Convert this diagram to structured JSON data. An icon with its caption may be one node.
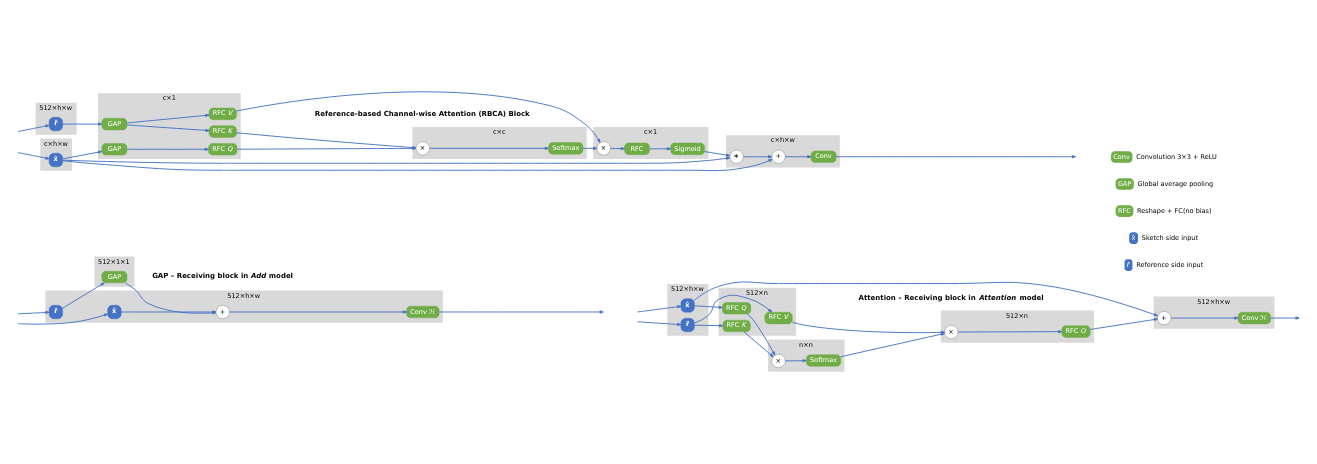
{
  "diagram": {
    "nodes": [
      {
        "text": [
          "512×h×w"
        ]
      },
      {
        "text": [
          "x̂"
        ],
        "in": 0
      },
      {
        "text": [
          "r̂"
        ],
        "in": 0
      },
      {
        "text": [
          "+"
        ],
        "in": 0
      },
      {
        "text": [
          "Conv ℋ"
        ],
        "in": 0
      },
      {
        "text": [
          "512×1×1"
        ]
      },
      {
        "text": [
          "GAP"
        ],
        "in": 5
      },
      {
        "text": [
          "512×h×w"
        ]
      },
      {
        "text": [
          "x̂"
        ],
        "in": 7
      },
      {
        "text": [
          "r̂"
        ],
        "in": 7
      },
      {
        "text": [
          "512×n"
        ]
      },
      {
        "text": [
          "RFC *Q*"
        ],
        "in": 10
      },
      {
        "text": [
          "RFC *K*"
        ],
        "in": 10
      },
      {
        "text": [
          "RFC *V*"
        ],
        "in": 10
      },
      {
        "text": [
          "n×n"
        ]
      },
      {
        "text": [
          "×"
        ],
        "in": 14
      },
      {
        "text": [
          "Softmax"
        ],
        "in": 14
      },
      {
        "text": [
          "512×n"
        ]
      },
      {
        "text": [
          "×"
        ],
        "in": 17
      },
      {
        "text": [
          "RFC *O*"
        ],
        "in": 17
      },
      {
        "text": [
          "512×h×w"
        ]
      },
      {
        "text": [
          "+"
        ],
        "in": 20
      },
      {
        "text": [
          "Conv ℋ"
        ],
        "in": 20
      },
      {
        "text": [
          "c×h×w"
        ]
      },
      {
        "text": [
          "x̂"
        ],
        "in": 23
      },
      {
        "text": [
          "512×h×w"
        ]
      },
      {
        "text": [
          "r̂"
        ],
        "in": 25
      },
      {
        "text": [
          "c×1"
        ]
      },
      {
        "text": [
          "GAP"
        ],
        "in": 27
      },
      {
        "text": [
          "RFC *Q*"
        ],
        "in": 27
      },
      {
        "text": [
          "GAP"
        ],
        "in": 27
      },
      {
        "text": [
          "RFC *K*"
        ],
        "in": 27
      },
      {
        "text": [
          "RFC *V*"
        ],
        "in": 27
      },
      {
        "text": [
          "c×c"
        ]
      },
      {
        "text": [
          "×"
        ],
        "in": 33
      },
      {
        "text": [
          "Softmax"
        ],
        "in": 33
      },
      {
        "text": [
          "c×1"
        ]
      },
      {
        "text": [
          "×"
        ],
        "in": 36
      },
      {
        "text": [
          "RFC"
        ],
        "in": 36
      },
      {
        "text": [
          "Sigmoid"
        ],
        "in": 36
      },
      {
        "text": [
          "c×h×w"
        ]
      },
      {
        "text": [
          "∗"
        ],
        "in": 40
      },
      {
        "text": [
          "+"
        ],
        "in": 40
      },
      {
        "text": [
          "Conv"
        ],
        "in": 40
      },
      {
        "text": [
          "Conv"
        ],
        "beside": [
          "Convolution 3×3 + ReLU"
        ]
      },
      {
        "text": [
          "GAP"
        ],
        "beside": [
          "Global average pooling"
        ]
      },
      {
        "text": [
          "RFC"
        ],
        "beside": [
          "Reshape + FC(no bias)"
        ]
      },
      {
        "text": [
          "x̂"
        ],
        "beside": [
          "Sketch side input"
        ]
      },
      {
        "text": [
          "r̂"
        ],
        "beside": [
          "Reference side input"
        ]
      }
    ],
    "edges": [
      {
        "from": null,
        "to": 1,
        "arrow": "to"
      },
      {
        "from": null,
        "to": 2,
        "arrow": "to"
      },
      {
        "from": 1,
        "to": 3,
        "arrow": "to"
      },
      {
        "from": 2,
        "to": 6,
        "arrow": "to"
      },
      {
        "from": 6,
        "to": 3,
        "arrow": "to"
      },
      {
        "from": 3,
        "to": 4,
        "arrow": "to"
      },
      {
        "from": 4,
        "to": null,
        "arrow": "to"
      },
      {
        "from": null,
        "to": 8,
        "arrow": "to"
      },
      {
        "from": null,
        "to": 9,
        "arrow": "to"
      },
      {
        "from": 8,
        "to": 11,
        "arrow": "to"
      },
      {
        "from": 8,
        "to": 21,
        "arrow": "to"
      },
      {
        "from": 9,
        "to": 12,
        "arrow": "to"
      },
      {
        "from": 9,
        "to": 13,
        "arrow": "to"
      },
      {
        "from": 11,
        "to": 15,
        "arrow": "to"
      },
      {
        "from": 12,
        "to": 15,
        "arrow": "to"
      },
      {
        "from": 15,
        "to": 16,
        "arrow": "to"
      },
      {
        "from": 16,
        "to": 18,
        "arrow": "to"
      },
      {
        "from": 13,
        "to": 18,
        "arrow": "to"
      },
      {
        "from": 18,
        "to": 19,
        "arrow": "to"
      },
      {
        "from": 19,
        "to": 21,
        "arrow": "to"
      },
      {
        "from": 21,
        "to": 22,
        "arrow": "to"
      },
      {
        "from": 22,
        "to": null,
        "arrow": "to"
      },
      {
        "from": null,
        "to": 24,
        "arrow": "to"
      },
      {
        "from": null,
        "to": 26,
        "arrow": "to"
      },
      {
        "from": 24,
        "to": 28,
        "arrow": "to"
      },
      {
        "from": 24,
        "to": 41,
        "arrow": "to"
      },
      {
        "from": 24,
        "to": 42,
        "arrow": "to"
      },
      {
        "from": 26,
        "to": 30,
        "arrow": "to"
      },
      {
        "from": 28,
        "to": 29,
        "arrow": "to"
      },
      {
        "from": 29,
        "to": 34,
        "arrow": "to"
      },
      {
        "from": 30,
        "to": 31,
        "arrow": "to"
      },
      {
        "from": 30,
        "to": 32,
        "arrow": "to"
      },
      {
        "from": 31,
        "to": 34,
        "arrow": "to"
      },
      {
        "from": 34,
        "to": 35,
        "arrow": "to"
      },
      {
        "from": 35,
        "to": 37,
        "arrow": "to"
      },
      {
        "from": 32,
        "to": 37,
        "arrow": "to"
      },
      {
        "from": 37,
        "to": 38,
        "arrow": "to"
      },
      {
        "from": 38,
        "to": 39,
        "arrow": "to"
      },
      {
        "from": 39,
        "to": 41,
        "arrow": "to"
      },
      {
        "from": 41,
        "to": 42,
        "arrow": "to"
      },
      {
        "from": 42,
        "to": 43,
        "arrow": "to"
      },
      {
        "from": 43,
        "to": null,
        "arrow": "to"
      }
    ],
    "labels": [
      "GAP – Receiving block in *Add* model",
      "Attention – Receiving block in *Attention* model",
      "Reference-based Channel-wise Attention (RBCA) Block"
    ]
  }
}
